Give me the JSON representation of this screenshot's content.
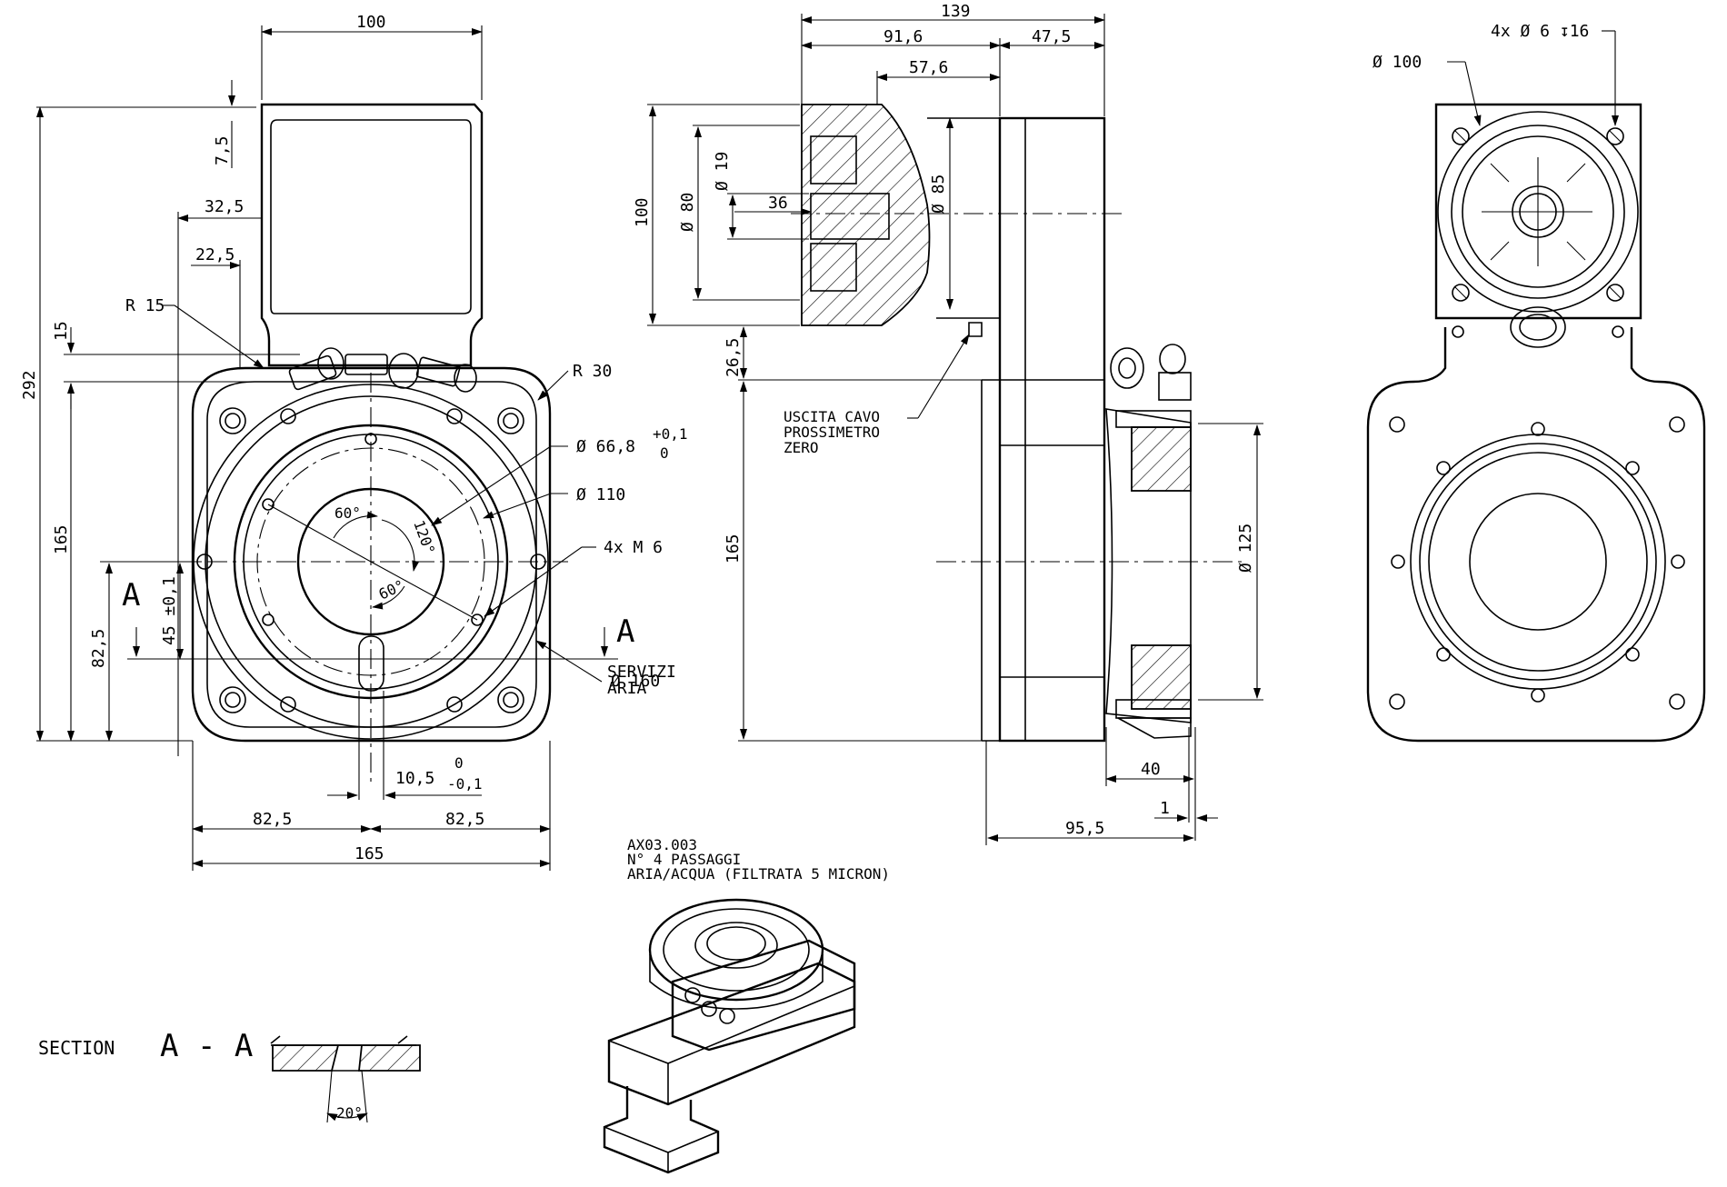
{
  "drawing": {
    "ref_code": "AX03.003",
    "notes": [
      "N° 4 PASSAGGI",
      "ARIA/ACQUA (FILTRATA 5 MICRON)"
    ],
    "section_label": "SECTION",
    "section_id": "A - A",
    "section_angle": "20°",
    "cut_marker": "A"
  },
  "front_view": {
    "dims": {
      "top_width": "100",
      "top_inset": "7,5",
      "offset_1": "32,5",
      "offset_2": "22,5",
      "total_height": "292",
      "neck": "15",
      "body_height": "165",
      "center_height": "82,5",
      "center_offset": "45 ±0,1",
      "half_left": "82,5",
      "half_right": "82,5",
      "base_width": "165",
      "slot_width": "10,5",
      "slot_tol_upper": "0",
      "slot_tol_lower": "-0,1"
    },
    "callouts": {
      "r15": "R 15",
      "r30": "R 30",
      "bore": "Ø 66,8",
      "bore_tol_upper": "+0,1",
      "bore_tol_lower": "0",
      "d110": "Ø 110",
      "holes": "4x M 6",
      "servizi_1": "SERVIZI",
      "servizi_2": "ARIA",
      "d160": "Ø 160",
      "ang60a": "60°",
      "ang120": "120°",
      "ang60b": "60°"
    }
  },
  "side_view": {
    "dims": {
      "overall": "139",
      "d91": "91,6",
      "d47": "47,5",
      "d57": "57,6",
      "h100": "100",
      "d80": "Ø 80",
      "d19": "Ø 19",
      "d36": "36",
      "d85": "Ø 85",
      "d26": "26,5",
      "h165": "165",
      "d125": "Ø 125",
      "d40": "40",
      "d1": "1",
      "d95": "95,5"
    },
    "note": [
      "USCITA CAVO",
      "PROSSIMETRO",
      "ZERO"
    ]
  },
  "rear_view": {
    "d100": "Ø 100",
    "holes": "4x Ø 6 ↧16"
  }
}
